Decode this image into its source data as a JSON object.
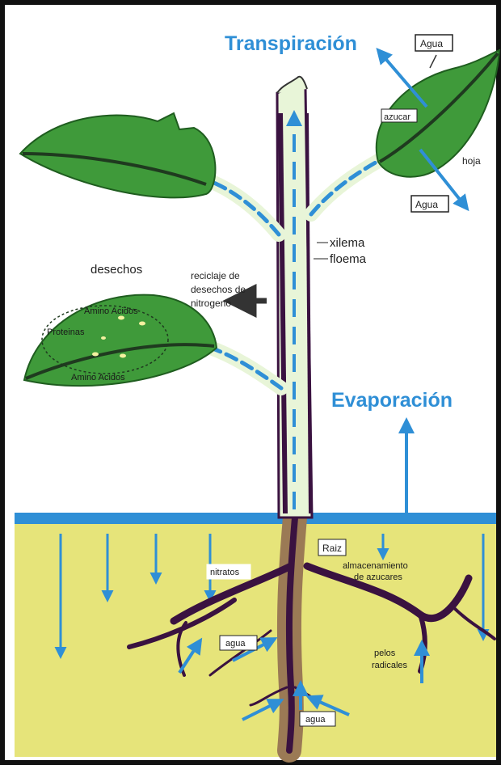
{
  "diagram": {
    "title_top": "Transpiración",
    "title_mid": "Evaporación",
    "labels": {
      "agua_top": "Agua",
      "azucar": "azucar",
      "hoja": "hoja",
      "agua_right": "Agua",
      "xilema": "xilema",
      "floema": "floema",
      "desechos": "desechos",
      "reciclaje_1": "reciclaje de",
      "reciclaje_2": "desechos de",
      "reciclaje_3": "nitrogeno",
      "amino_1": "Amino Acidos",
      "proteinas": "Proteinas",
      "amino_2": "Amino Acidos",
      "raiz": "Raiz",
      "almacen_1": "almacenamiento",
      "almacen_2": "de azucares",
      "nitratos": "nitratos",
      "agua_root": "agua",
      "pelos_1": "pelos",
      "pelos_2": "radicales",
      "agua_bottom": "agua"
    },
    "colors": {
      "frame": "#111111",
      "leaf": "#3f9a3a",
      "leaf_dark": "#1f5d1f",
      "stem": "#e8f5d8",
      "phloem": "#3a1240",
      "xylem_dash": "#2f8fd6",
      "soil": "#e6e47a",
      "ground_line": "#2f8fd6",
      "arrow": "#2f8fd6"
    }
  }
}
